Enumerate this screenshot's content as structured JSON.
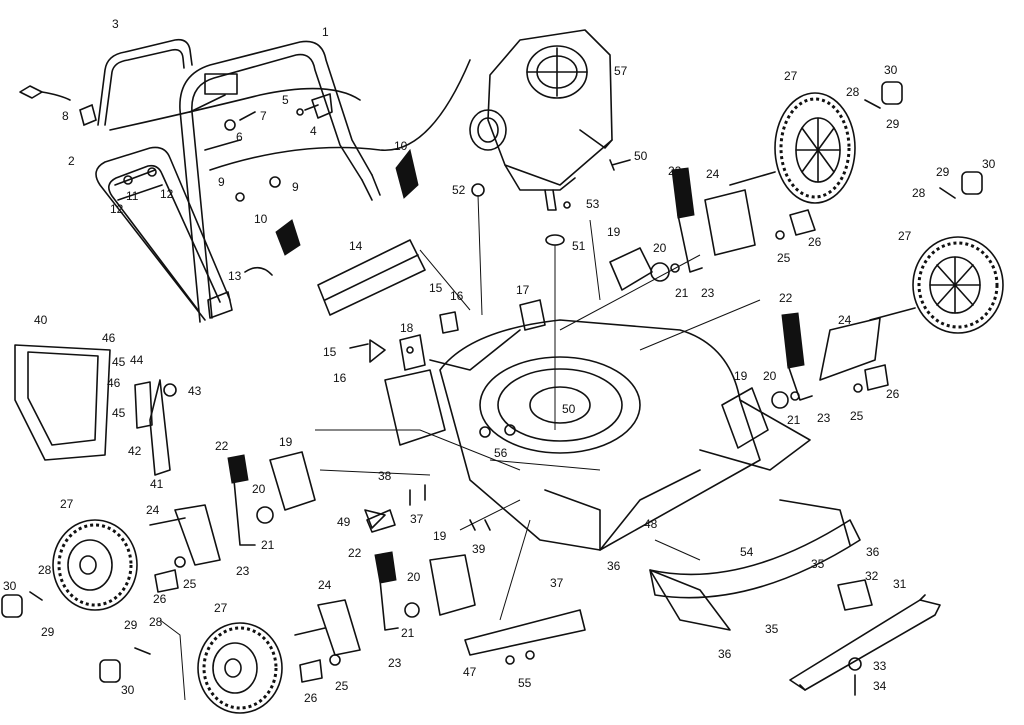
{
  "callouts": [
    {
      "id": "c1",
      "text": "1"
    },
    {
      "id": "c2",
      "text": "2"
    },
    {
      "id": "c3",
      "text": "3"
    },
    {
      "id": "c4",
      "text": "4"
    },
    {
      "id": "c5",
      "text": "5"
    },
    {
      "id": "c6",
      "text": "6"
    },
    {
      "id": "c7",
      "text": "7"
    },
    {
      "id": "c8",
      "text": "8"
    },
    {
      "id": "c9a",
      "text": "9"
    },
    {
      "id": "c9b",
      "text": "9"
    },
    {
      "id": "c10a",
      "text": "10"
    },
    {
      "id": "c10b",
      "text": "10"
    },
    {
      "id": "c11",
      "text": "11"
    },
    {
      "id": "c12a",
      "text": "12"
    },
    {
      "id": "c12b",
      "text": "12"
    },
    {
      "id": "c13",
      "text": "13"
    },
    {
      "id": "c14",
      "text": "14"
    },
    {
      "id": "c15a",
      "text": "15"
    },
    {
      "id": "c15b",
      "text": "15"
    },
    {
      "id": "c16a",
      "text": "16"
    },
    {
      "id": "c16b",
      "text": "16"
    },
    {
      "id": "c17",
      "text": "17"
    },
    {
      "id": "c18",
      "text": "18"
    },
    {
      "id": "c19a",
      "text": "19"
    },
    {
      "id": "c19b",
      "text": "19"
    },
    {
      "id": "c19c",
      "text": "19"
    },
    {
      "id": "c19d",
      "text": "19"
    },
    {
      "id": "c20a",
      "text": "20"
    },
    {
      "id": "c20b",
      "text": "20"
    },
    {
      "id": "c20c",
      "text": "20"
    },
    {
      "id": "c20d",
      "text": "20"
    },
    {
      "id": "c21a",
      "text": "21"
    },
    {
      "id": "c21b",
      "text": "21"
    },
    {
      "id": "c21c",
      "text": "21"
    },
    {
      "id": "c21d",
      "text": "21"
    },
    {
      "id": "c22a",
      "text": "22"
    },
    {
      "id": "c22b",
      "text": "22"
    },
    {
      "id": "c22c",
      "text": "22"
    },
    {
      "id": "c22d",
      "text": "22"
    },
    {
      "id": "c23a",
      "text": "23"
    },
    {
      "id": "c23b",
      "text": "23"
    },
    {
      "id": "c23c",
      "text": "23"
    },
    {
      "id": "c23d",
      "text": "23"
    },
    {
      "id": "c24a",
      "text": "24"
    },
    {
      "id": "c24b",
      "text": "24"
    },
    {
      "id": "c24c",
      "text": "24"
    },
    {
      "id": "c24d",
      "text": "24"
    },
    {
      "id": "c25a",
      "text": "25"
    },
    {
      "id": "c25b",
      "text": "25"
    },
    {
      "id": "c25c",
      "text": "25"
    },
    {
      "id": "c25d",
      "text": "25"
    },
    {
      "id": "c26a",
      "text": "26"
    },
    {
      "id": "c26b",
      "text": "26"
    },
    {
      "id": "c26c",
      "text": "26"
    },
    {
      "id": "c26d",
      "text": "26"
    },
    {
      "id": "c27a",
      "text": "27"
    },
    {
      "id": "c27b",
      "text": "27"
    },
    {
      "id": "c27c",
      "text": "27"
    },
    {
      "id": "c27d",
      "text": "27"
    },
    {
      "id": "c28a",
      "text": "28"
    },
    {
      "id": "c28b",
      "text": "28"
    },
    {
      "id": "c28c",
      "text": "28"
    },
    {
      "id": "c28d",
      "text": "28"
    },
    {
      "id": "c29a",
      "text": "29"
    },
    {
      "id": "c29b",
      "text": "29"
    },
    {
      "id": "c29c",
      "text": "29"
    },
    {
      "id": "c29d",
      "text": "29"
    },
    {
      "id": "c30a",
      "text": "30"
    },
    {
      "id": "c30b",
      "text": "30"
    },
    {
      "id": "c30c",
      "text": "30"
    },
    {
      "id": "c30d",
      "text": "30"
    },
    {
      "id": "c31",
      "text": "31"
    },
    {
      "id": "c32",
      "text": "32"
    },
    {
      "id": "c33",
      "text": "33"
    },
    {
      "id": "c34",
      "text": "34"
    },
    {
      "id": "c35a",
      "text": "35"
    },
    {
      "id": "c35b",
      "text": "35"
    },
    {
      "id": "c36a",
      "text": "36"
    },
    {
      "id": "c36b",
      "text": "36"
    },
    {
      "id": "c36c",
      "text": "36"
    },
    {
      "id": "c37a",
      "text": "37"
    },
    {
      "id": "c37b",
      "text": "37"
    },
    {
      "id": "c38",
      "text": "38"
    },
    {
      "id": "c39",
      "text": "39"
    },
    {
      "id": "c40",
      "text": "40"
    },
    {
      "id": "c41",
      "text": "41"
    },
    {
      "id": "c42",
      "text": "42"
    },
    {
      "id": "c43",
      "text": "43"
    },
    {
      "id": "c44",
      "text": "44"
    },
    {
      "id": "c45a",
      "text": "45"
    },
    {
      "id": "c45b",
      "text": "45"
    },
    {
      "id": "c46a",
      "text": "46"
    },
    {
      "id": "c46b",
      "text": "46"
    },
    {
      "id": "c47",
      "text": "47"
    },
    {
      "id": "c48",
      "text": "48"
    },
    {
      "id": "c49",
      "text": "49"
    },
    {
      "id": "c50a",
      "text": "50"
    },
    {
      "id": "c50b",
      "text": "50"
    },
    {
      "id": "c51",
      "text": "51"
    },
    {
      "id": "c52",
      "text": "52"
    },
    {
      "id": "c53",
      "text": "53"
    },
    {
      "id": "c54",
      "text": "54"
    },
    {
      "id": "c55",
      "text": "55"
    },
    {
      "id": "c56",
      "text": "56"
    },
    {
      "id": "c57",
      "text": "57"
    }
  ]
}
